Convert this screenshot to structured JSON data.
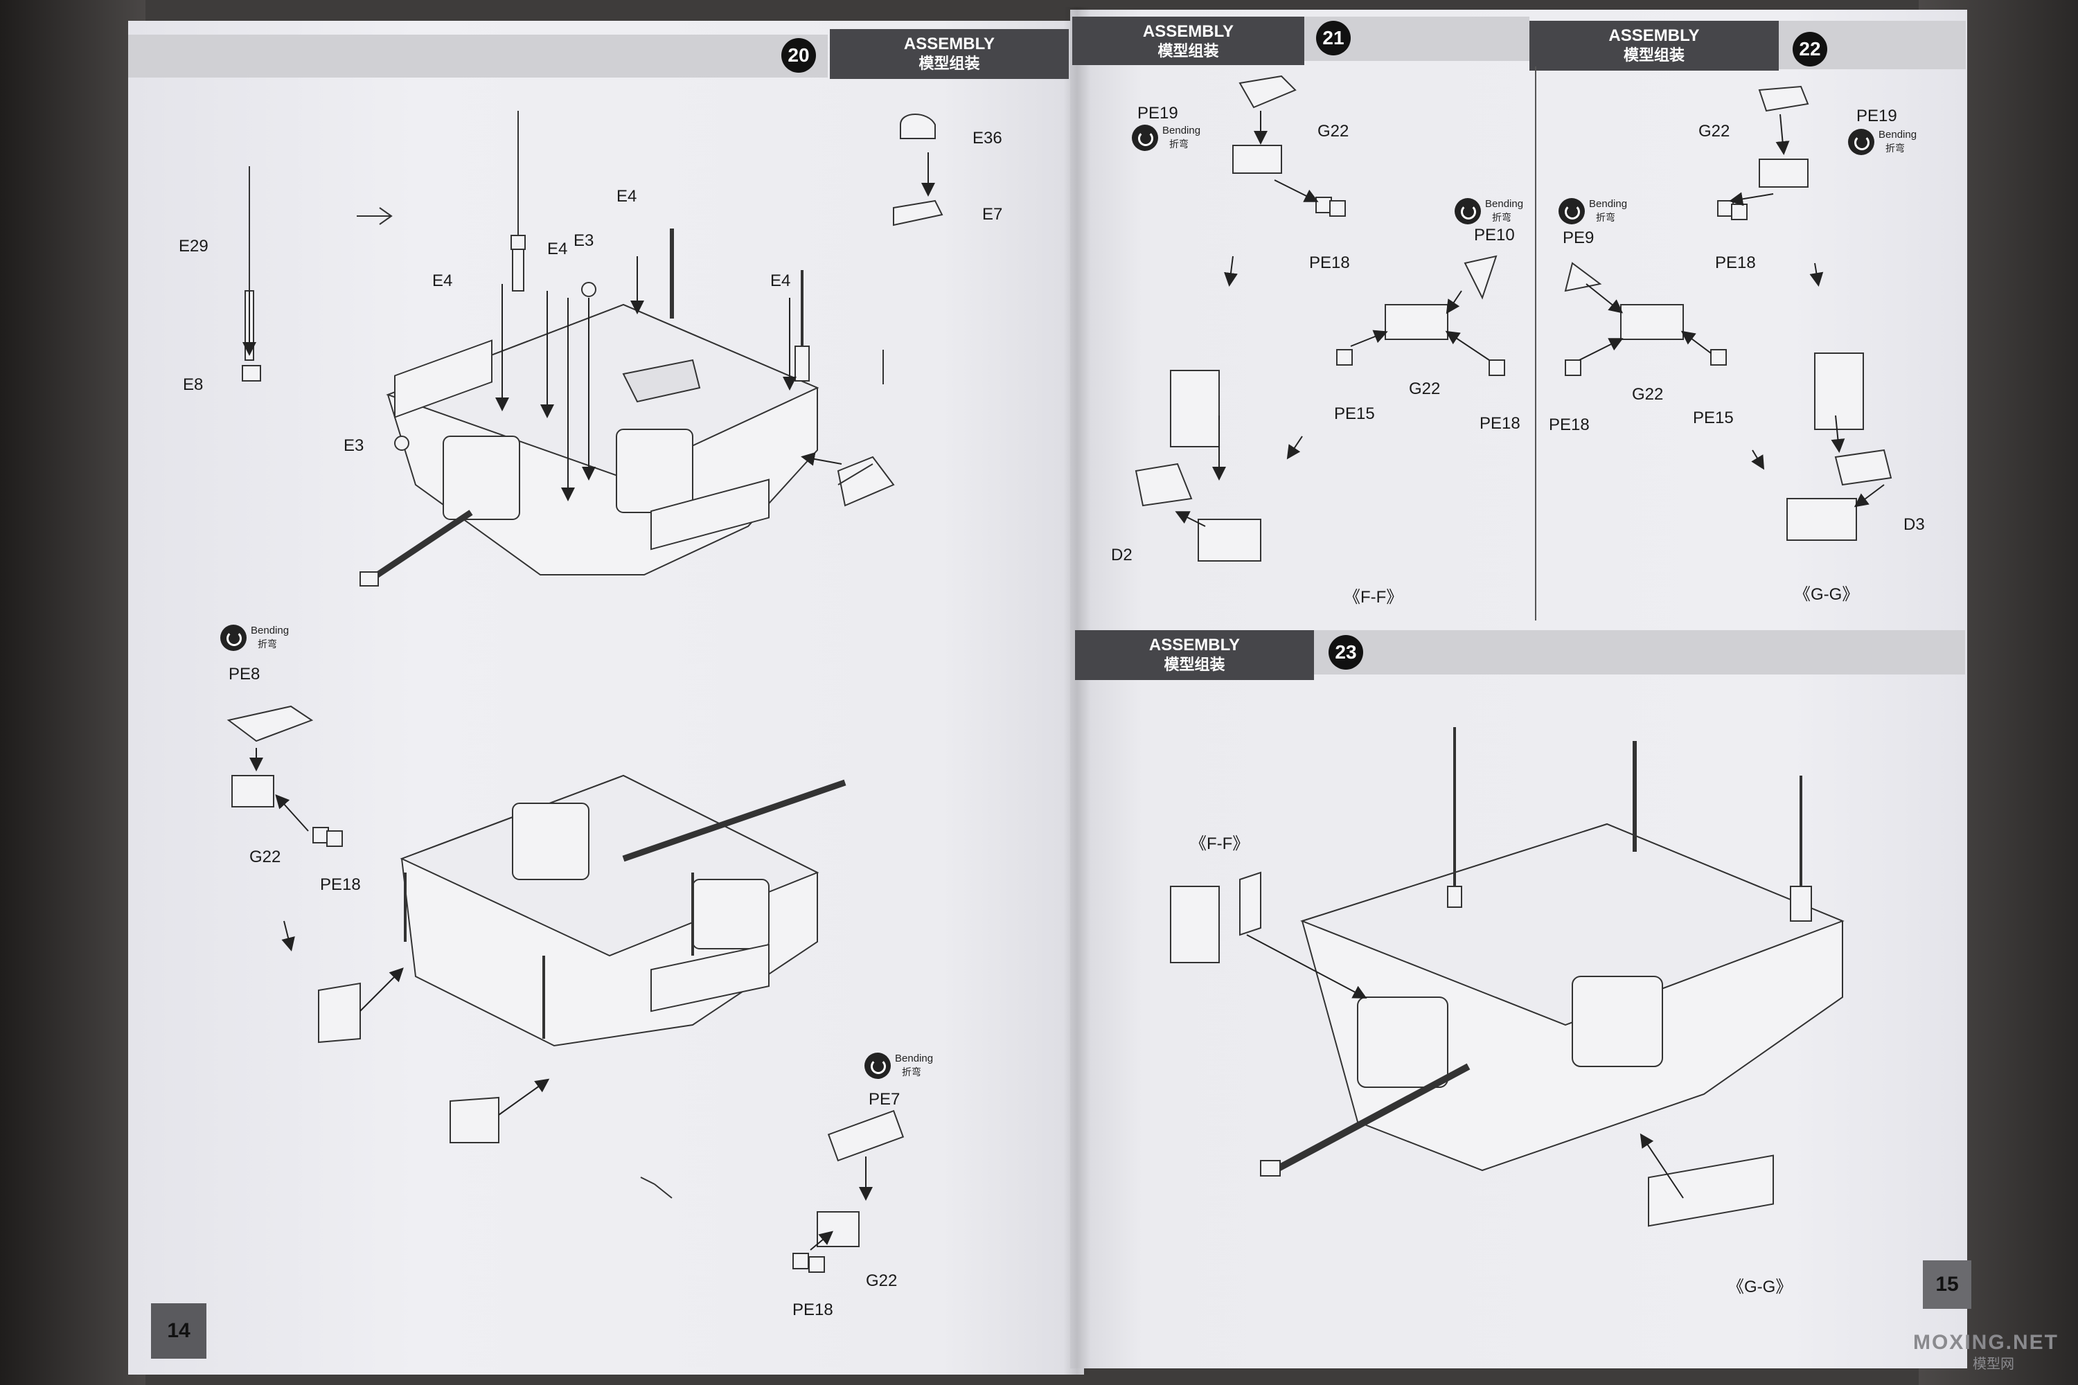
{
  "left_page": {
    "page_number": "14",
    "step20": {
      "number": "20",
      "title": "ASSEMBLY",
      "subtitle": "模型组装",
      "parts": {
        "e36": "E36",
        "e7": "E7",
        "e29": "E29",
        "e8": "E8",
        "e4_top": "E4",
        "e4_mid": "E4",
        "e4_left": "E4",
        "e4_right": "E4",
        "e3_top": "E3",
        "e3_left": "E3"
      }
    },
    "lower": {
      "bend1": {
        "en": "Bending",
        "cn": "折弯"
      },
      "pe8": "PE8",
      "g22_a": "G22",
      "pe18_a": "PE18",
      "bend2": {
        "en": "Bending",
        "cn": "折弯"
      },
      "pe7": "PE7",
      "g22_b": "G22",
      "pe18_b": "PE18"
    }
  },
  "right_page": {
    "page_number": "15",
    "step21": {
      "number": "21",
      "title": "ASSEMBLY",
      "subtitle": "模型组装",
      "pe19": "PE19",
      "g22_top": "G22",
      "pe18_top": "PE18",
      "bend_a": {
        "en": "Bending",
        "cn": "折弯"
      },
      "bend_b": {
        "en": "Bending",
        "cn": "折弯"
      },
      "pe10": "PE10",
      "pe15": "PE15",
      "g22_mid": "G22",
      "pe18_mid": "PE18",
      "d2": "D2",
      "view": "《F-F》"
    },
    "step22": {
      "number": "22",
      "title": "ASSEMBLY",
      "subtitle": "模型组装",
      "pe19": "PE19",
      "g22_top": "G22",
      "pe18_top": "PE18",
      "bend_a": {
        "en": "Bending",
        "cn": "折弯"
      },
      "bend_b": {
        "en": "Bending",
        "cn": "折弯"
      },
      "pe9": "PE9",
      "g22_mid": "G22",
      "pe15": "PE15",
      "pe18_mid": "PE18",
      "d3": "D3",
      "view": "《G-G》"
    },
    "step23": {
      "number": "23",
      "title": "ASSEMBLY",
      "subtitle": "模型组装",
      "view_ff": "《F-F》",
      "view_gg": "《G-G》"
    }
  },
  "watermark": {
    "text": "MOXING.NET",
    "sub": "模型网"
  }
}
